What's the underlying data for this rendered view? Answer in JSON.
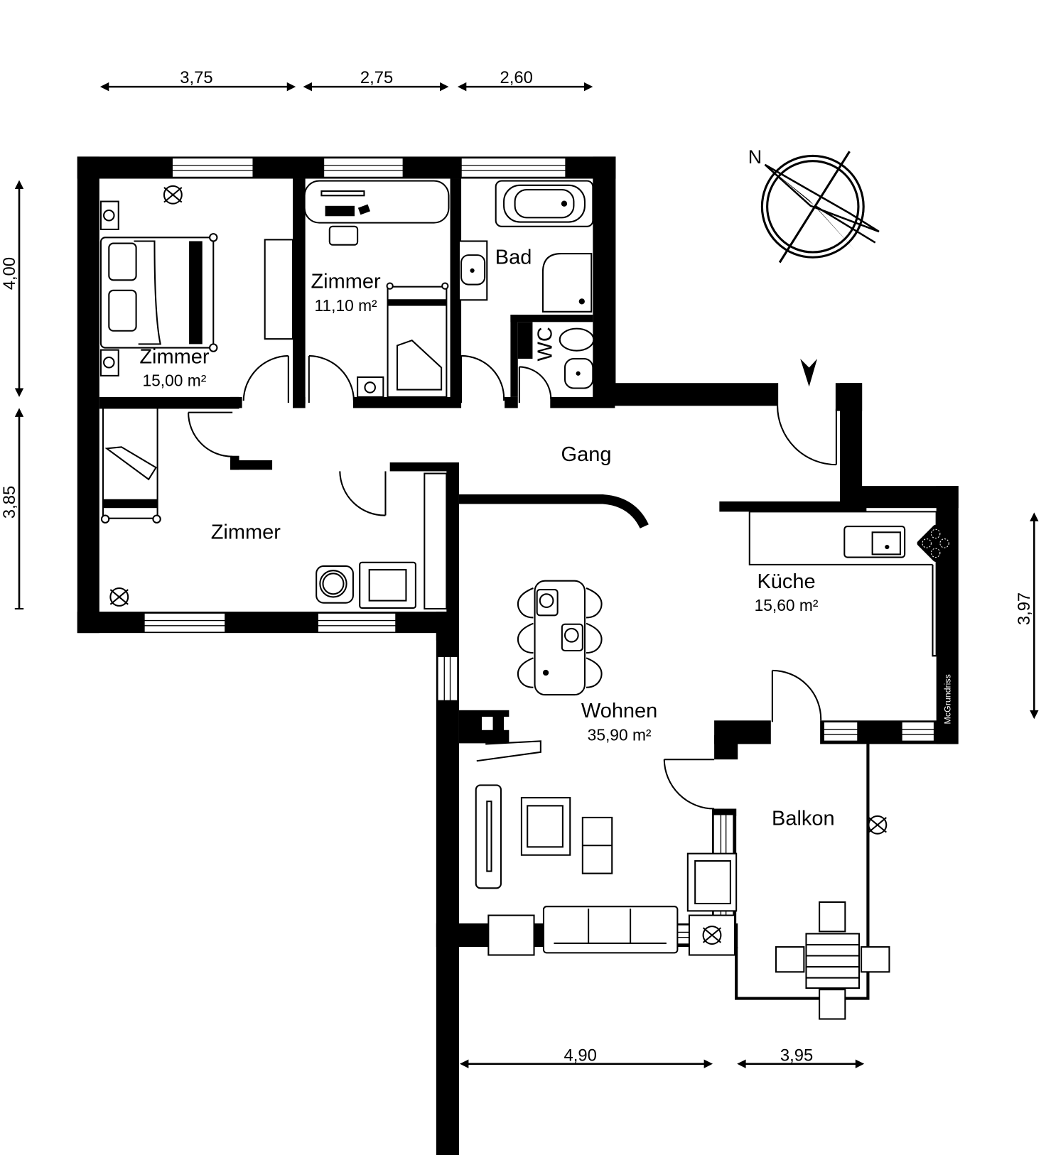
{
  "plan": {
    "watermark": "McGrundriss",
    "compass": {
      "label": "N"
    },
    "dimensions": {
      "top": [
        "3,75",
        "2,75",
        "2,60"
      ],
      "left": [
        "4,00",
        "3,85"
      ],
      "right": [
        "3,97"
      ],
      "bottom": [
        "4,90",
        "3,95"
      ]
    },
    "rooms": [
      {
        "name": "Zimmer",
        "area": "15,00 m²"
      },
      {
        "name": "Zimmer",
        "area": "11,10 m²"
      },
      {
        "name": "Bad",
        "area": ""
      },
      {
        "name": "WC",
        "area": ""
      },
      {
        "name": "Gang",
        "area": ""
      },
      {
        "name": "Zimmer",
        "area": ""
      },
      {
        "name": "Küche",
        "area": "15,60 m²"
      },
      {
        "name": "Wohnen",
        "area": "35,90 m²"
      },
      {
        "name": "Balkon",
        "area": ""
      }
    ]
  }
}
